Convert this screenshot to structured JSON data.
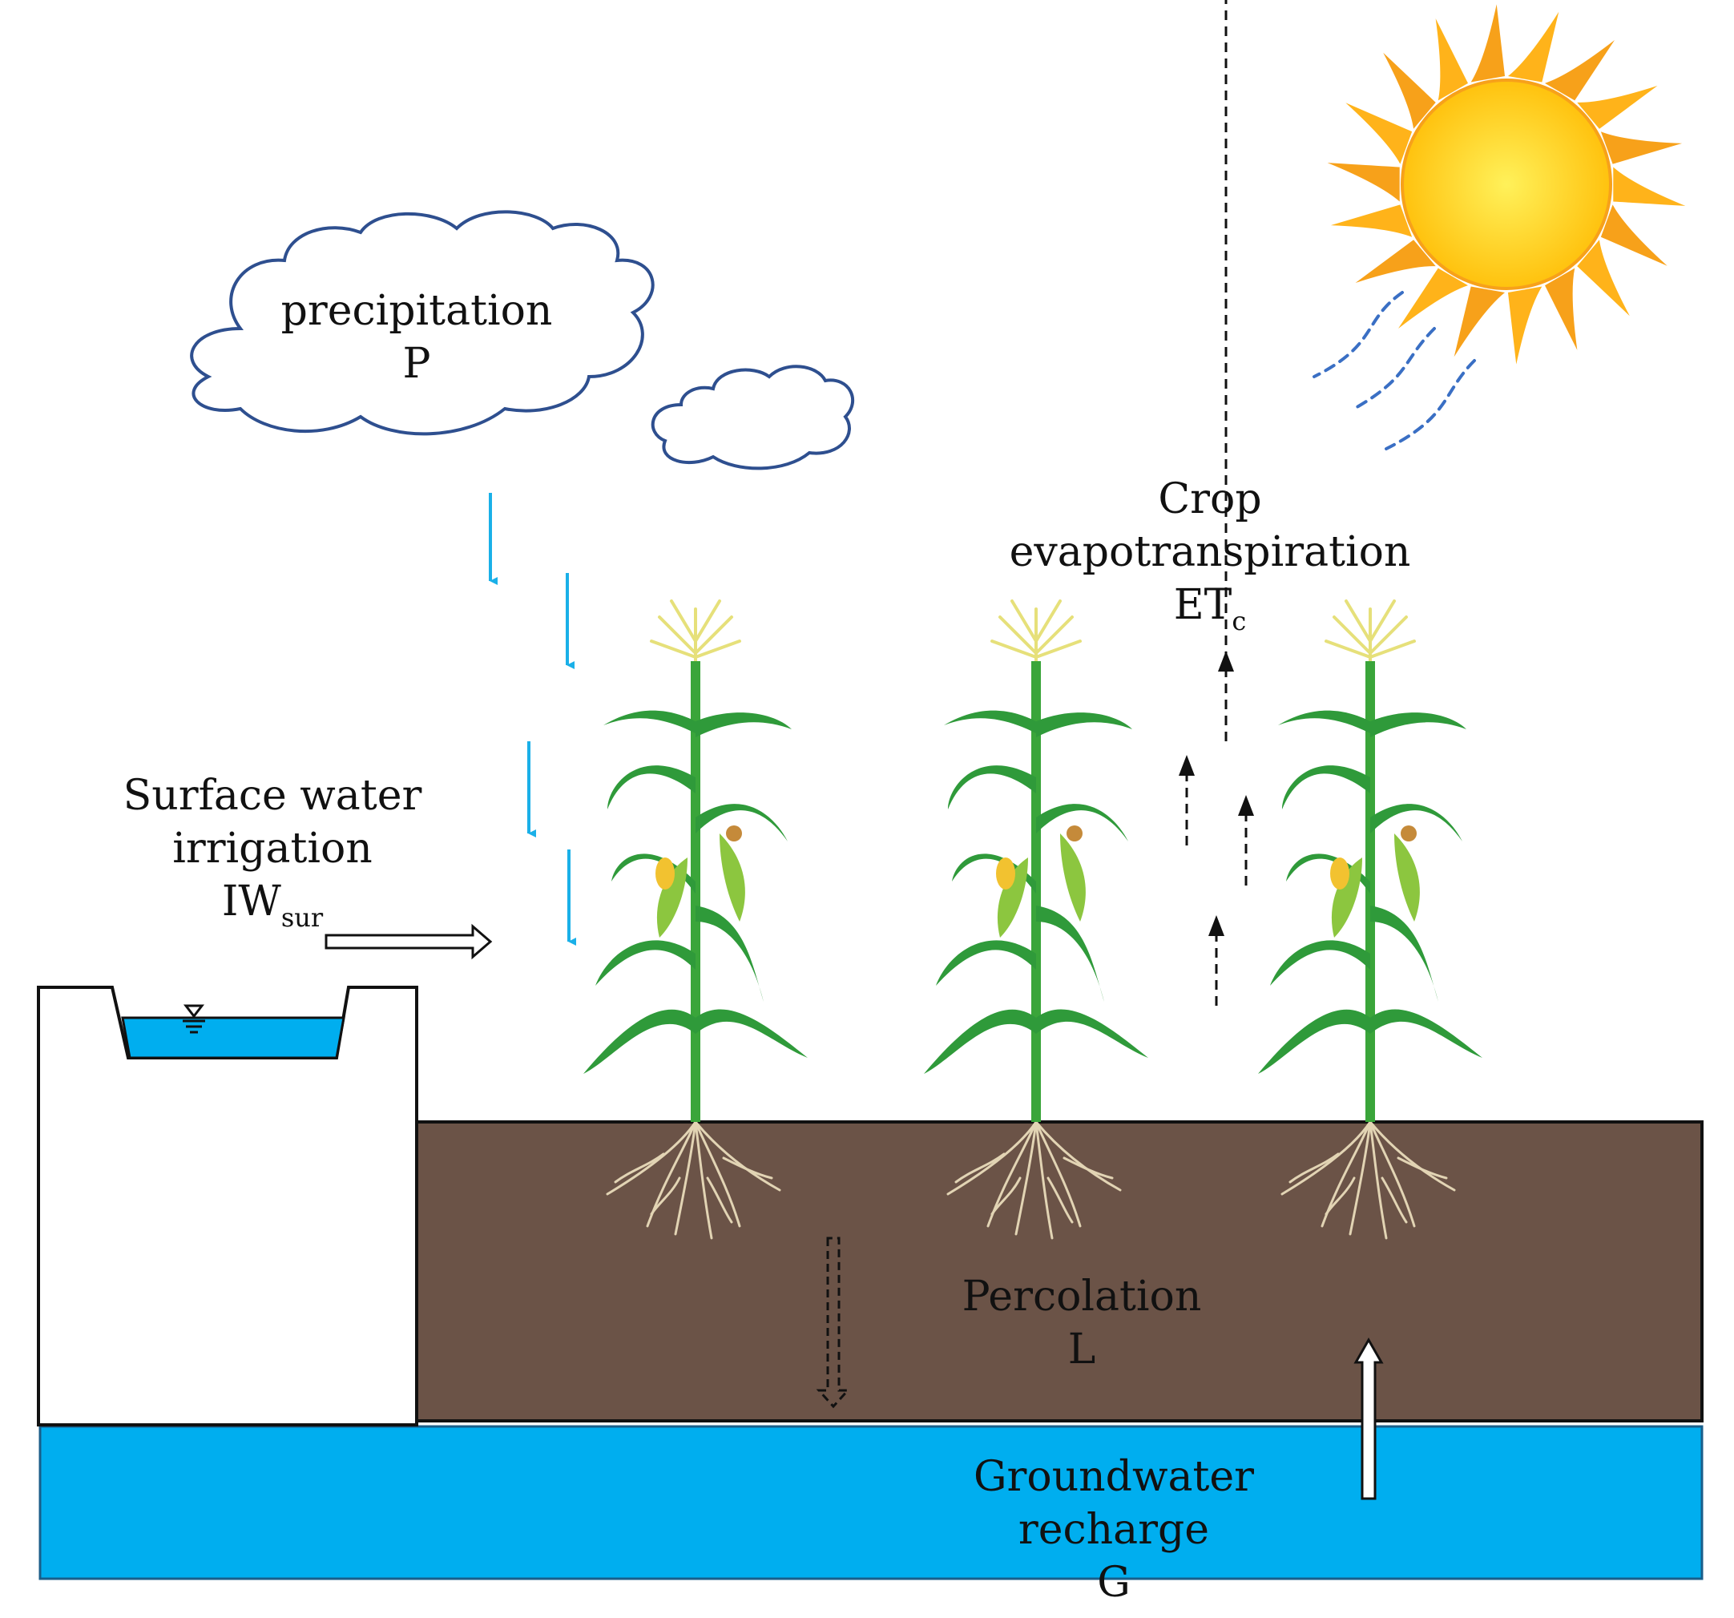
{
  "labels": {
    "precipitation": {
      "line1": "precipitation",
      "line2": "P"
    },
    "evapotranspiration": {
      "line1": "Crop",
      "line2": "evapotranspiration",
      "symbol": "ET",
      "subscript": "c"
    },
    "irrigation": {
      "line1": "Surface water",
      "line2": "irrigation",
      "symbol": "IW",
      "subscript": "sur"
    },
    "percolation": {
      "line1": "Percolation",
      "line2": "L"
    },
    "groundwater": {
      "line1": "Groundwater",
      "line2": "recharge",
      "line3": "G"
    }
  },
  "colors": {
    "rain_arrow": "#1ab0e8",
    "water": "#00aeef",
    "soil": "#6b5347",
    "cloud_outline": "#2e4f8f",
    "sun_core": "#ffd21f",
    "sun_rays": "#f7a11a",
    "leaf": "#2f9a3a",
    "root": "#d9c9a8"
  },
  "icons": [
    "cloud-icon",
    "sun-icon",
    "corn-plant-icon",
    "water-level-icon"
  ]
}
